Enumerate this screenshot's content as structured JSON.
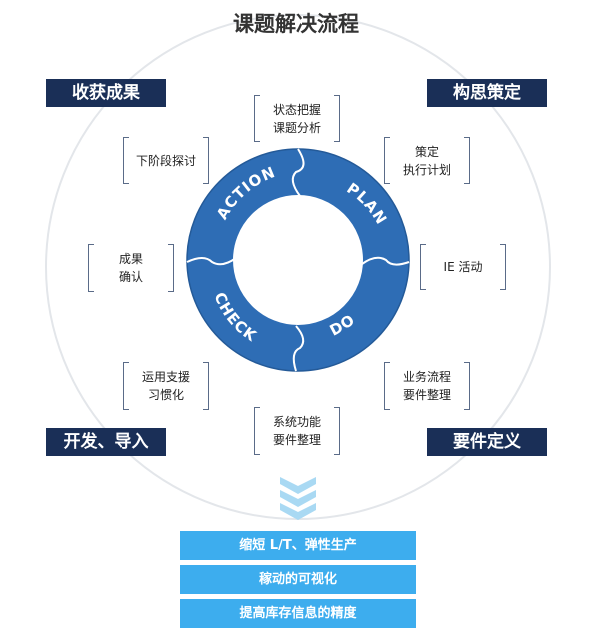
{
  "title": "课题解决流程",
  "corners": {
    "top_left": "收获成果",
    "top_right": "构思策定",
    "bottom_left": "开发、导入",
    "bottom_right": "要件定义"
  },
  "cycle": {
    "action": "ACTION",
    "plan": "PLAN",
    "do": "DO",
    "check": "CHECK"
  },
  "steps": {
    "status": "状态把握\n课题分析",
    "strategy": "策定\n执行计划",
    "ie": "IE 活动",
    "business": "业务流程\n要件整理",
    "system": "系统功能\n要件整理",
    "operation": "运用支援\n习惯化",
    "confirm": "成果\n确认",
    "next": "下阶段探讨"
  },
  "results": [
    "缩短 L/T、弹性生产",
    "稼动的可视化",
    "提高库存信息的精度"
  ],
  "colors": {
    "ring": "#2e6db5",
    "corner": "#1a2f57",
    "bar": "#3dadee"
  }
}
